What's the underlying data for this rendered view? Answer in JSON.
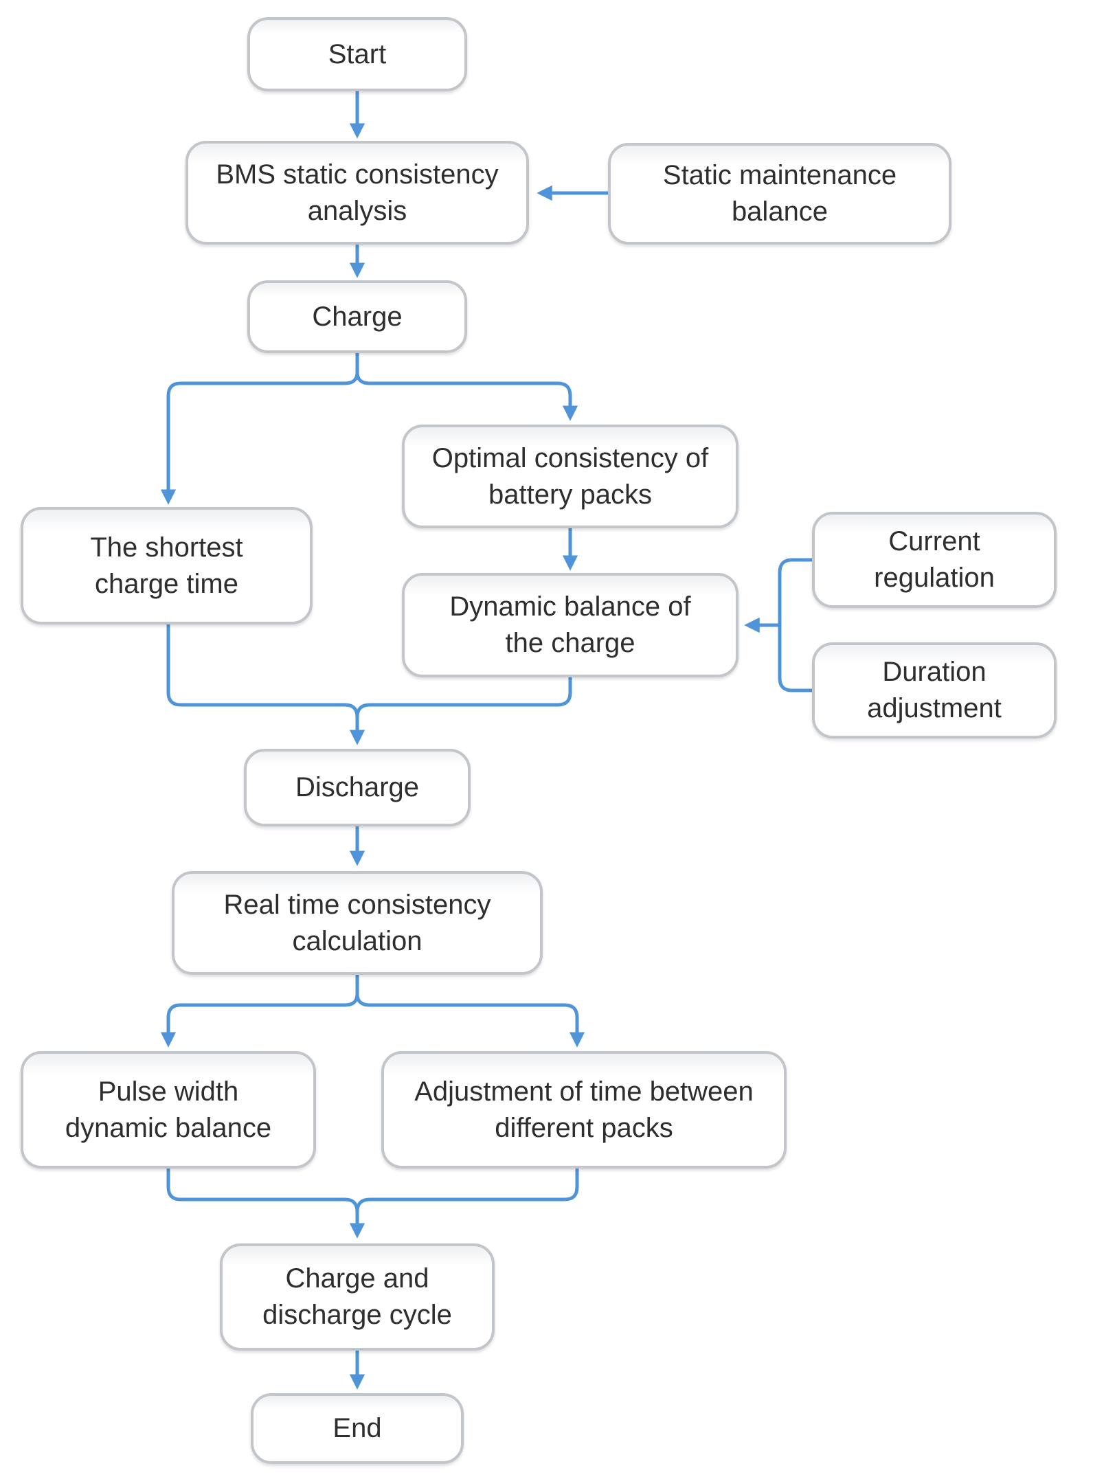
{
  "colors": {
    "arrow": "#4f94d8",
    "box_border": "#c2c5c9",
    "box_fill": "#ffffff",
    "text": "#2e2e2e"
  },
  "nodes": {
    "start": {
      "label": "Start"
    },
    "bms_static": {
      "label": "BMS static consistency analysis"
    },
    "static_maintenance": {
      "label": "Static maintenance balance"
    },
    "charge": {
      "label": "Charge"
    },
    "shortest_charge_time": {
      "label": "The shortest charge time"
    },
    "optimal_consistency": {
      "label": "Optimal consistency of battery packs"
    },
    "dynamic_balance": {
      "label": "Dynamic balance of the charge"
    },
    "current_regulation": {
      "label": "Current regulation"
    },
    "duration_adjustment": {
      "label": "Duration adjustment"
    },
    "discharge": {
      "label": "Discharge"
    },
    "realtime_consistency": {
      "label": "Real time consistency calculation"
    },
    "pulse_width": {
      "label": "Pulse width dynamic balance"
    },
    "time_adjustment": {
      "label": "Adjustment of time between different packs"
    },
    "charge_discharge_cycle": {
      "label": "Charge and discharge cycle"
    },
    "end": {
      "label": "End"
    }
  },
  "edges": [
    {
      "from": "start",
      "to": "bms_static"
    },
    {
      "from": "static_maintenance",
      "to": "bms_static"
    },
    {
      "from": "bms_static",
      "to": "charge"
    },
    {
      "from": "charge",
      "to": "shortest_charge_time"
    },
    {
      "from": "charge",
      "to": "optimal_consistency"
    },
    {
      "from": "optimal_consistency",
      "to": "dynamic_balance"
    },
    {
      "from": "current_regulation",
      "to": "dynamic_balance"
    },
    {
      "from": "duration_adjustment",
      "to": "dynamic_balance"
    },
    {
      "from": "shortest_charge_time",
      "to": "discharge"
    },
    {
      "from": "dynamic_balance",
      "to": "discharge"
    },
    {
      "from": "discharge",
      "to": "realtime_consistency"
    },
    {
      "from": "realtime_consistency",
      "to": "pulse_width"
    },
    {
      "from": "realtime_consistency",
      "to": "time_adjustment"
    },
    {
      "from": "pulse_width",
      "to": "charge_discharge_cycle"
    },
    {
      "from": "time_adjustment",
      "to": "charge_discharge_cycle"
    },
    {
      "from": "charge_discharge_cycle",
      "to": "end"
    }
  ]
}
